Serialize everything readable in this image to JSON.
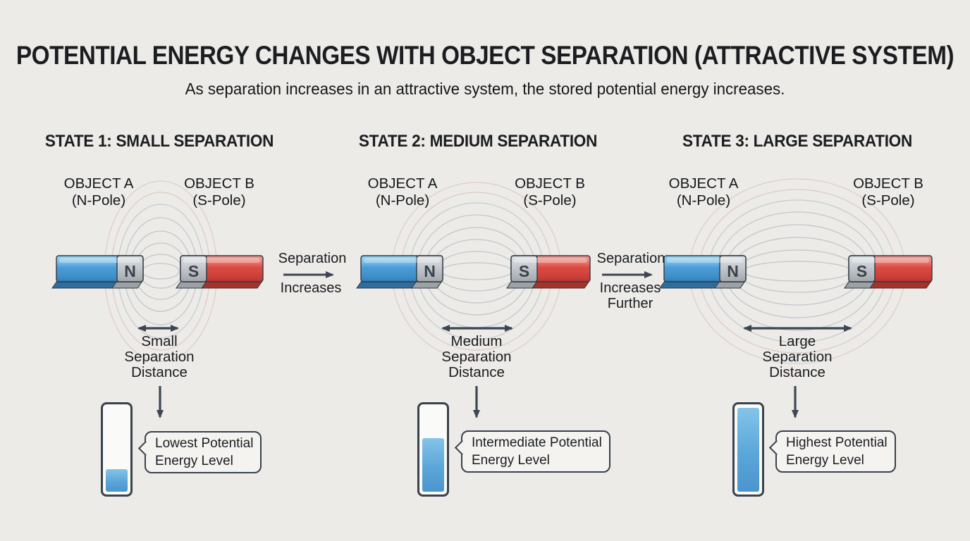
{
  "title": "POTENTIAL ENERGY CHANGES WITH OBJECT SEPARATION (ATTRACTIVE SYSTEM)",
  "subtitle": "As separation increases in an attractive system, the stored potential energy increases.",
  "colors": {
    "background": "#ECEBE8",
    "text": "#1B1D20",
    "arrow": "#3D4754",
    "magnet_blue": "#4C9ED8",
    "magnet_red": "#DC4B43",
    "pole_cap_gray": "#C2C6CA",
    "field_line_gray": "#A6ACB6",
    "field_line_pink": "#D4B0AC",
    "bar_fill_top": "#84C4E9",
    "bar_fill_bottom": "#4C94CD",
    "callout_bg": "#F4F3F0"
  },
  "states": [
    {
      "header": "STATE 1: SMALL SEPARATION",
      "object_a": [
        "OBJECT A",
        "(N-Pole)"
      ],
      "object_b": [
        "OBJECT B",
        "(S-Pole)"
      ],
      "pole_a": "N",
      "pole_b": "S",
      "separation": [
        "Small",
        "Separation",
        "Distance"
      ],
      "callout": [
        "Lowest Potential",
        "Energy Level"
      ],
      "energy_percent": 25
    },
    {
      "header": "STATE 2: MEDIUM SEPARATION",
      "object_a": [
        "OBJECT A",
        "(N-Pole)"
      ],
      "object_b": [
        "OBJECT B",
        "(S-Pole)"
      ],
      "pole_a": "N",
      "pole_b": "S",
      "separation": [
        "Medium",
        "Separation",
        "Distance"
      ],
      "callout": [
        "Intermediate Potential",
        "Energy Level"
      ],
      "energy_percent": 59
    },
    {
      "header": "STATE 3: LARGE SEPARATION",
      "object_a": [
        "OBJECT A",
        "(N-Pole)"
      ],
      "object_b": [
        "OBJECT B",
        "(S-Pole)"
      ],
      "pole_a": "N",
      "pole_b": "S",
      "separation": [
        "Large",
        "Separation",
        "Distance"
      ],
      "callout": [
        "Highest Potential",
        "Energy Level"
      ],
      "energy_percent": 93
    }
  ],
  "transitions": [
    {
      "label_top": "Separation",
      "label_bottom": [
        "Increases"
      ]
    },
    {
      "label_top": "Separation",
      "label_bottom": [
        "Increases",
        "Further"
      ]
    }
  ]
}
